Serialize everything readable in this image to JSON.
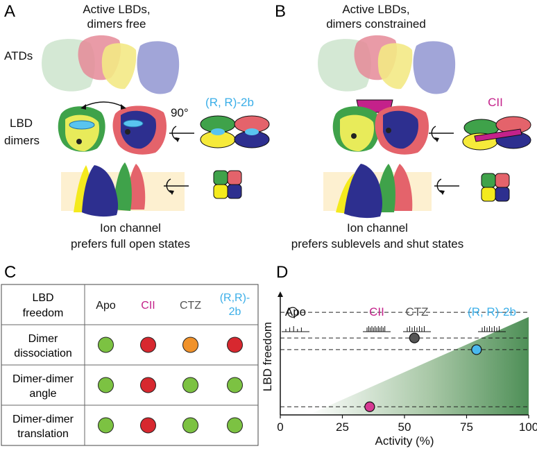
{
  "panel_a": {
    "letter": "A",
    "title_line1": "Active LBDs,",
    "title_line2": "dimers free",
    "atds_label": "ATDs",
    "lbd_label_line1": "LBD",
    "lbd_label_line2": "dimers",
    "rotation_label": "90°",
    "compound_label": "(R, R)-2b",
    "caption_line1": "Ion channel",
    "caption_line2": "prefers full open states"
  },
  "panel_b": {
    "letter": "B",
    "title_line1": "Active LBDs,",
    "title_line2": "dimers constrained",
    "compound_label": "CII",
    "caption_line1": "Ion channel",
    "caption_line2": "prefers sublevels and shut states"
  },
  "panel_c": {
    "letter": "C",
    "header_label_line1": "LBD",
    "header_label_line2": "freedom",
    "columns": [
      {
        "label_line1": "Apo",
        "label_line2": "",
        "color": "#111111"
      },
      {
        "label_line1": "CII",
        "label_line2": "",
        "color": "#c4218a"
      },
      {
        "label_line1": "CTZ",
        "label_line2": "",
        "color": "#555555"
      },
      {
        "label_line1": "(R,R)-",
        "label_line2": "2b",
        "color": "#3aaee8"
      }
    ],
    "rows": [
      {
        "label_line1": "Dimer",
        "label_line2": "dissociation",
        "states": [
          "green",
          "red",
          "orange",
          "red"
        ]
      },
      {
        "label_line1": "Dimer-dimer",
        "label_line2": "angle",
        "states": [
          "green",
          "red",
          "green",
          "green"
        ]
      },
      {
        "label_line1": "Dimer-dimer",
        "label_line2": "translation",
        "states": [
          "green",
          "red",
          "green",
          "green"
        ]
      }
    ],
    "state_colors": {
      "green": "#7cc242",
      "red": "#d7282f",
      "orange": "#f0922b"
    }
  },
  "panel_d": {
    "letter": "D",
    "chart_data": {
      "type": "scatter",
      "xlabel": "Activity (%)",
      "ylabel": "LBD freedom",
      "x_ticks": [
        "0",
        "25",
        "50",
        "75",
        "100"
      ],
      "xlim": [
        0,
        100
      ],
      "series": [
        {
          "name": "Apo",
          "x": 5,
          "y": 0.88,
          "color": "#ffffff",
          "label_color": "#111111"
        },
        {
          "name": "CII",
          "x": 36,
          "y": 0.07,
          "color": "#d63a93",
          "label_color": "#c4218a"
        },
        {
          "name": "CTZ",
          "x": 54,
          "y": 0.66,
          "color": "#555555",
          "label_color": "#555555"
        },
        {
          "name": "(R, R)-2b",
          "x": 79,
          "y": 0.56,
          "color": "#49b9ee",
          "label_color": "#3aaee8"
        }
      ]
    }
  }
}
